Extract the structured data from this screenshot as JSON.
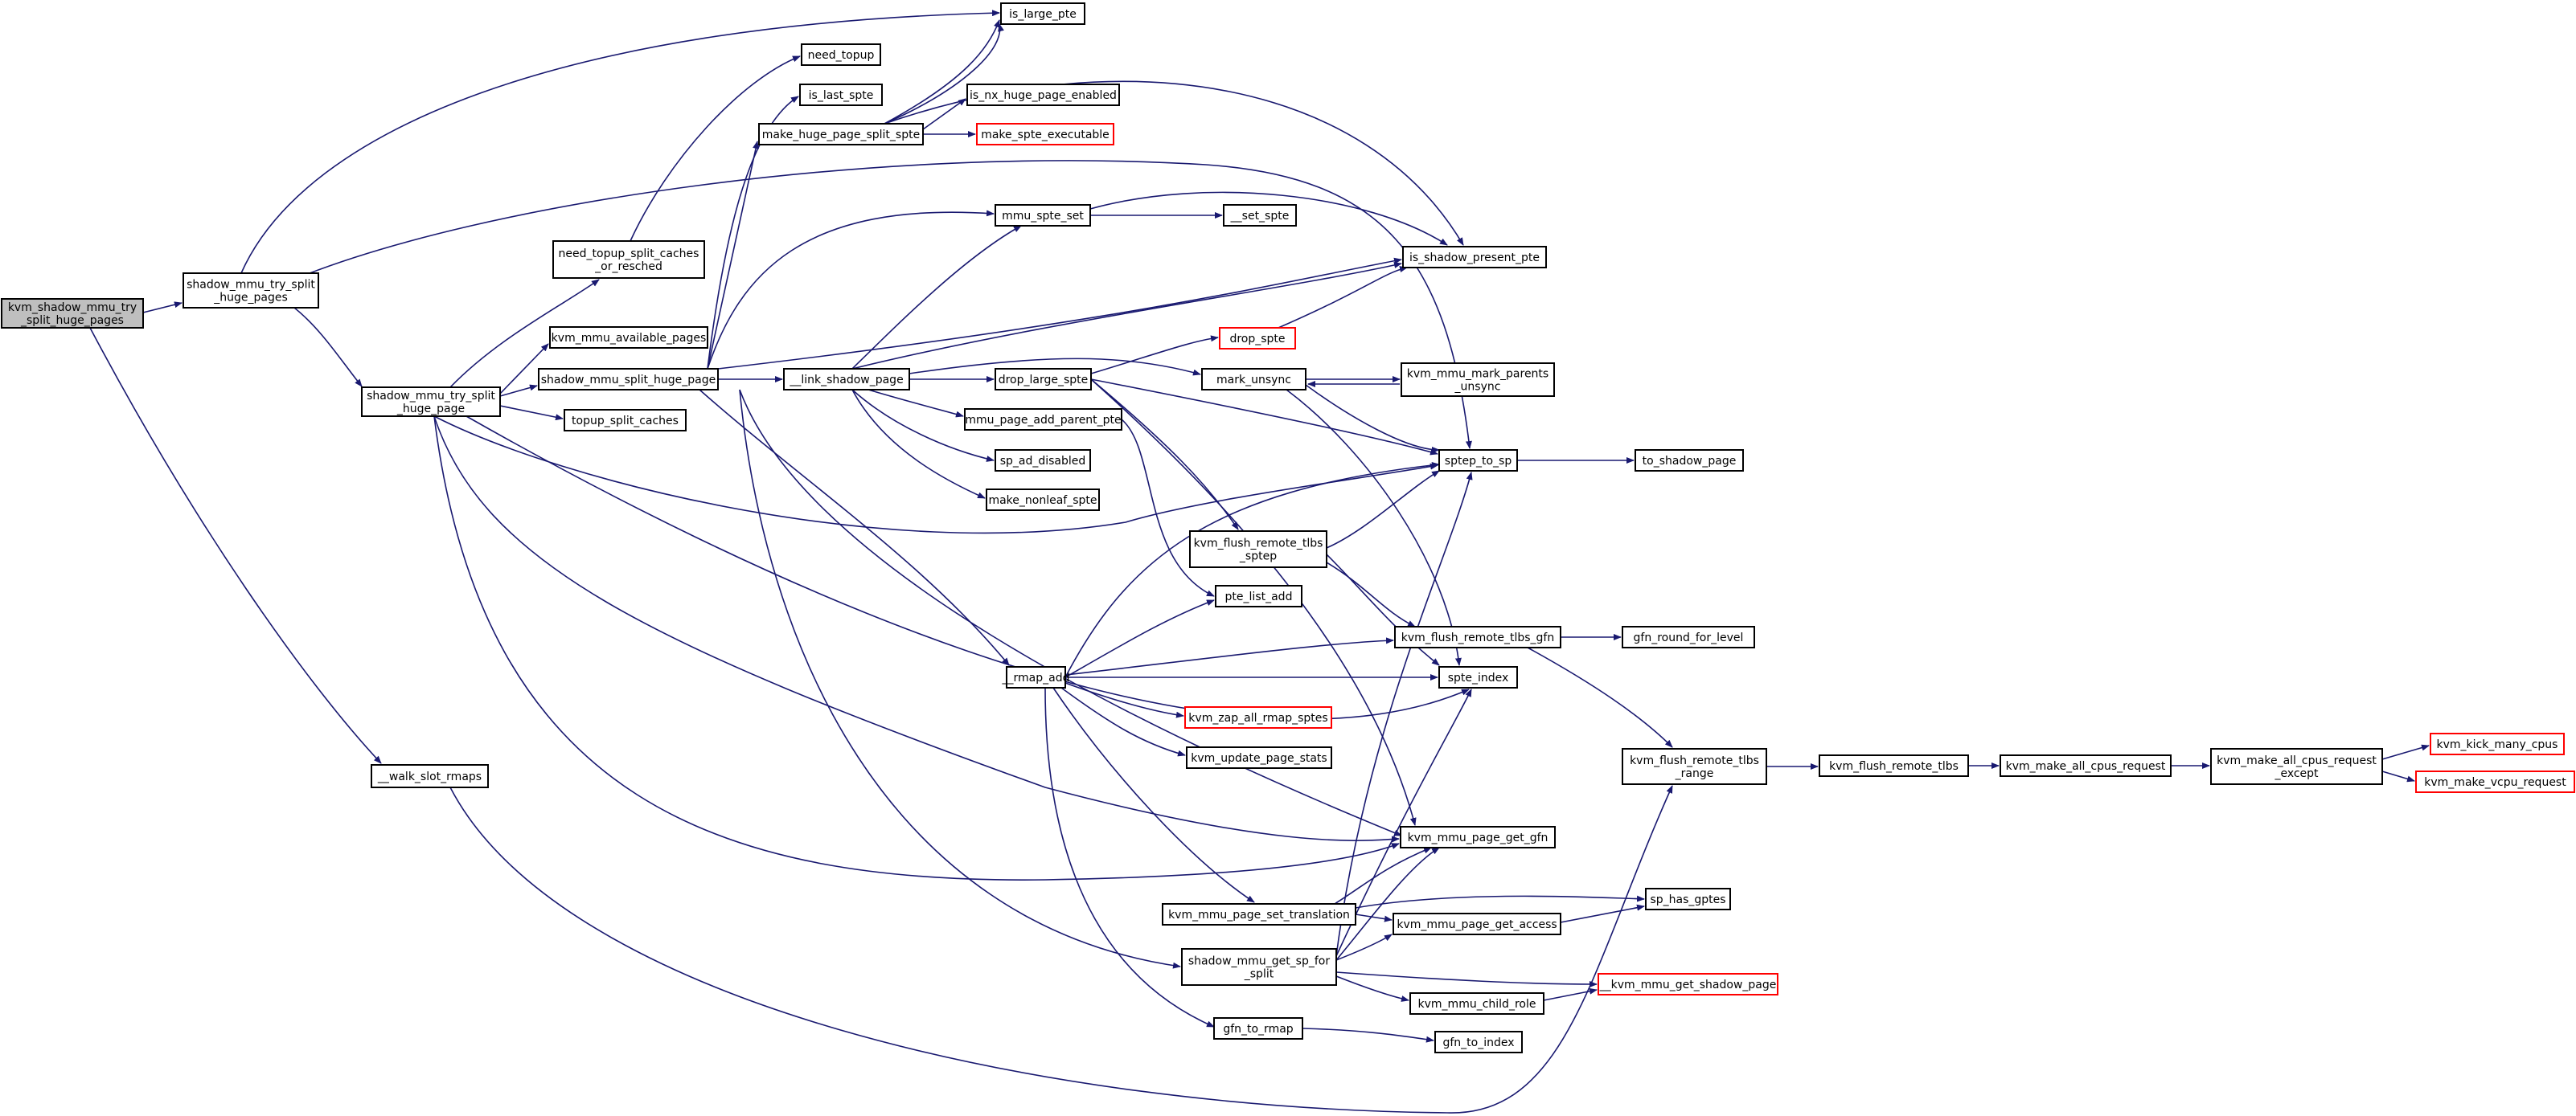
{
  "colors": {
    "edge": "#191970",
    "node_border": "#000000",
    "node_fill": "#ffffff",
    "highlight_fill": "#bfbfbf",
    "truncated_border": "#ff0000"
  },
  "nodes": [
    {
      "id": "n_root",
      "lines": [
        "kvm_shadow_mmu_try",
        "_split_huge_pages"
      ],
      "style": "highlight"
    },
    {
      "id": "n_smtshp",
      "lines": [
        "shadow_mmu_try_split",
        "_huge_pages"
      ],
      "style": "normal"
    },
    {
      "id": "n_walk",
      "lines": [
        "__walk_slot_rmaps"
      ],
      "style": "normal"
    },
    {
      "id": "n_smtshpg",
      "lines": [
        "shadow_mmu_try_split",
        "_huge_page"
      ],
      "style": "normal"
    },
    {
      "id": "n_islarge",
      "lines": [
        "is_large_pte"
      ],
      "style": "normal"
    },
    {
      "id": "n_needtopup",
      "lines": [
        "need_topup"
      ],
      "style": "normal"
    },
    {
      "id": "n_needtopupsplit",
      "lines": [
        "need_topup_split_caches",
        "_or_resched"
      ],
      "style": "normal"
    },
    {
      "id": "n_avail",
      "lines": [
        "kvm_mmu_available_pages"
      ],
      "style": "normal"
    },
    {
      "id": "n_smshp",
      "lines": [
        "shadow_mmu_split_huge_page"
      ],
      "style": "normal"
    },
    {
      "id": "n_topup",
      "lines": [
        "topup_split_caches"
      ],
      "style": "normal"
    },
    {
      "id": "n_islast",
      "lines": [
        "is_last_spte"
      ],
      "style": "normal"
    },
    {
      "id": "n_makehuge",
      "lines": [
        "make_huge_page_split_spte"
      ],
      "style": "normal"
    },
    {
      "id": "n_isnx",
      "lines": [
        "is_nx_huge_page_enabled"
      ],
      "style": "normal"
    },
    {
      "id": "n_makeexec",
      "lines": [
        "make_spte_executable"
      ],
      "style": "truncated"
    },
    {
      "id": "n_mmuset",
      "lines": [
        "mmu_spte_set"
      ],
      "style": "normal"
    },
    {
      "id": "n_setspte",
      "lines": [
        "__set_spte"
      ],
      "style": "normal"
    },
    {
      "id": "n_present",
      "lines": [
        "is_shadow_present_pte"
      ],
      "style": "normal"
    },
    {
      "id": "n_dropspte",
      "lines": [
        "drop_spte"
      ],
      "style": "truncated"
    },
    {
      "id": "n_link",
      "lines": [
        "__link_shadow_page"
      ],
      "style": "normal"
    },
    {
      "id": "n_droplarge",
      "lines": [
        "drop_large_spte"
      ],
      "style": "normal"
    },
    {
      "id": "n_markunsync",
      "lines": [
        "mark_unsync"
      ],
      "style": "normal"
    },
    {
      "id": "n_markparents",
      "lines": [
        "kvm_mmu_mark_parents",
        "_unsync"
      ],
      "style": "normal"
    },
    {
      "id": "n_addparent",
      "lines": [
        "mmu_page_add_parent_pte"
      ],
      "style": "normal"
    },
    {
      "id": "n_spad",
      "lines": [
        "sp_ad_disabled"
      ],
      "style": "normal"
    },
    {
      "id": "n_nonleaf",
      "lines": [
        "make_nonleaf_spte"
      ],
      "style": "normal"
    },
    {
      "id": "n_sptep",
      "lines": [
        "sptep_to_sp"
      ],
      "style": "normal"
    },
    {
      "id": "n_toshadow",
      "lines": [
        "to_shadow_page"
      ],
      "style": "normal"
    },
    {
      "id": "n_flushsptep",
      "lines": [
        "kvm_flush_remote_tlbs",
        "_sptep"
      ],
      "style": "normal"
    },
    {
      "id": "n_ptelist",
      "lines": [
        "pte_list_add"
      ],
      "style": "normal"
    },
    {
      "id": "n_flushgfn",
      "lines": [
        "kvm_flush_remote_tlbs_gfn"
      ],
      "style": "normal"
    },
    {
      "id": "n_gfnround",
      "lines": [
        "gfn_round_for_level"
      ],
      "style": "normal"
    },
    {
      "id": "n_rmapadd",
      "lines": [
        "__rmap_add"
      ],
      "style": "normal"
    },
    {
      "id": "n_spteindex",
      "lines": [
        "spte_index"
      ],
      "style": "normal"
    },
    {
      "id": "n_zap",
      "lines": [
        "kvm_zap_all_rmap_sptes"
      ],
      "style": "truncated"
    },
    {
      "id": "n_updstats",
      "lines": [
        "kvm_update_page_stats"
      ],
      "style": "normal"
    },
    {
      "id": "n_flushrange",
      "lines": [
        "kvm_flush_remote_tlbs",
        "_range"
      ],
      "style": "normal"
    },
    {
      "id": "n_flushtlbs",
      "lines": [
        "kvm_flush_remote_tlbs"
      ],
      "style": "normal"
    },
    {
      "id": "n_allcpus",
      "lines": [
        "kvm_make_all_cpus_request"
      ],
      "style": "normal"
    },
    {
      "id": "n_allcpusexc",
      "lines": [
        "kvm_make_all_cpus_request",
        "_except"
      ],
      "style": "normal"
    },
    {
      "id": "n_kick",
      "lines": [
        "kvm_kick_many_cpus"
      ],
      "style": "truncated"
    },
    {
      "id": "n_vcpureq",
      "lines": [
        "kvm_make_vcpu_request"
      ],
      "style": "truncated"
    },
    {
      "id": "n_getgfn",
      "lines": [
        "kvm_mmu_page_get_gfn"
      ],
      "style": "normal"
    },
    {
      "id": "n_settrans",
      "lines": [
        "kvm_mmu_page_set_translation"
      ],
      "style": "normal"
    },
    {
      "id": "n_hasgptes",
      "lines": [
        "sp_has_gptes"
      ],
      "style": "normal"
    },
    {
      "id": "n_getaccess",
      "lines": [
        "kvm_mmu_page_get_access"
      ],
      "style": "normal"
    },
    {
      "id": "n_getsp",
      "lines": [
        "shadow_mmu_get_sp_for",
        "_split"
      ],
      "style": "normal"
    },
    {
      "id": "n_getshadow",
      "lines": [
        "__kvm_mmu_get_shadow_page"
      ],
      "style": "truncated"
    },
    {
      "id": "n_childrole",
      "lines": [
        "kvm_mmu_child_role"
      ],
      "style": "normal"
    },
    {
      "id": "n_gfntormap",
      "lines": [
        "gfn_to_rmap"
      ],
      "style": "normal"
    },
    {
      "id": "n_gfntoindex",
      "lines": [
        "gfn_to_index"
      ],
      "style": "normal"
    }
  ]
}
